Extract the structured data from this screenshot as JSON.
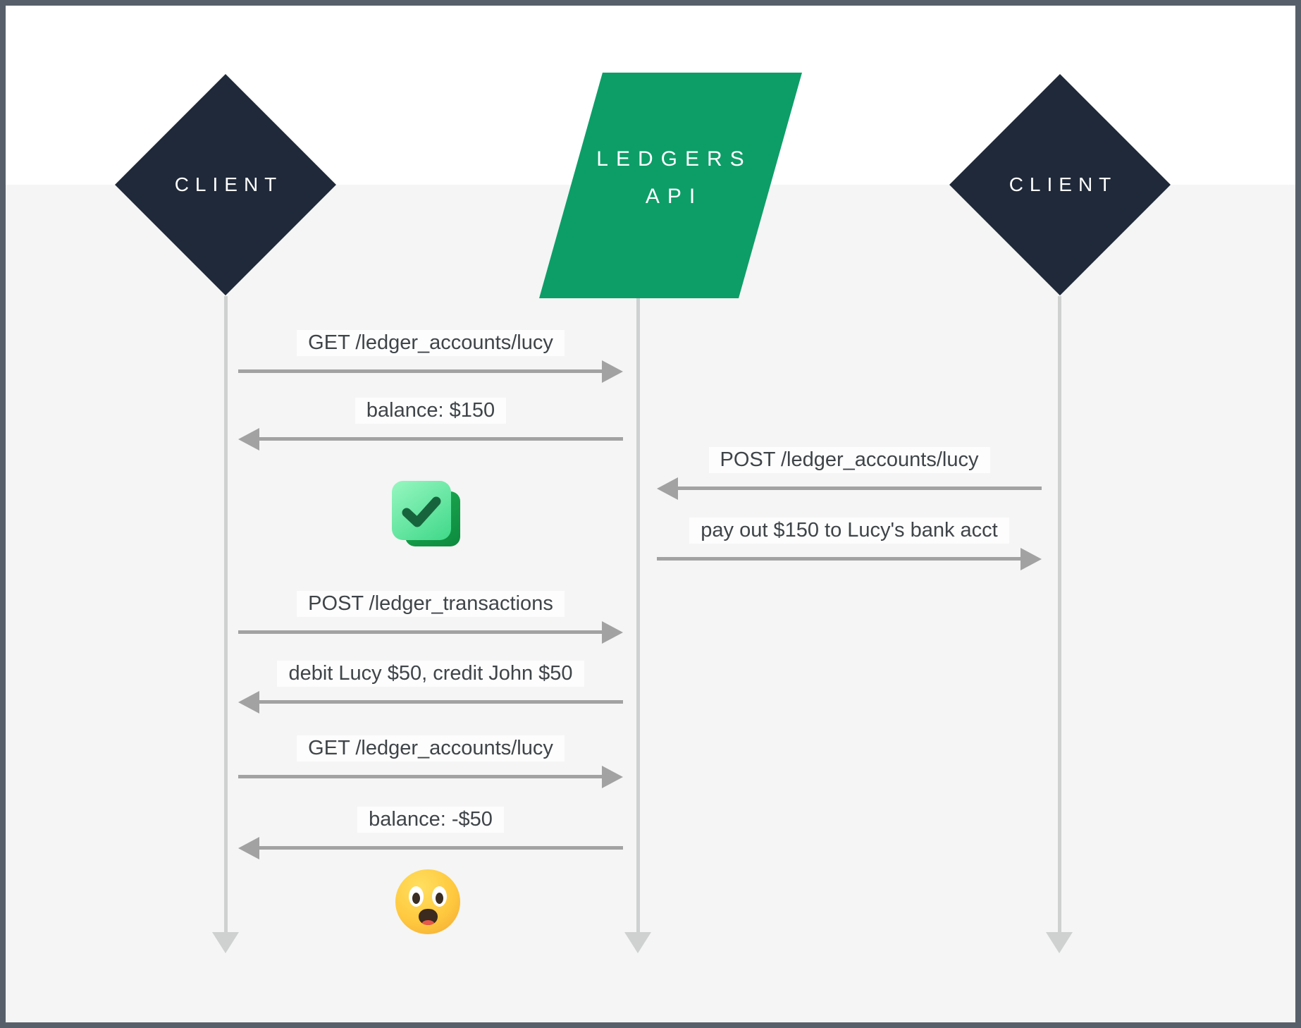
{
  "actors": {
    "client_left": {
      "label": "CLIENT",
      "shape": "diamond"
    },
    "ledgers_api": {
      "label_line1": "LEDGERS",
      "label_line2": "API",
      "shape": "parallelogram"
    },
    "client_right": {
      "label": "CLIENT",
      "shape": "diamond"
    }
  },
  "messages": [
    {
      "text": "GET /ledger_accounts/lucy",
      "from": "client-left",
      "to": "ledgers-api",
      "direction": "right"
    },
    {
      "text": "balance: $150",
      "from": "ledgers-api",
      "to": "client-left",
      "direction": "left"
    },
    {
      "text": "POST /ledger_accounts/lucy",
      "from": "client-right",
      "to": "ledgers-api",
      "direction": "left"
    },
    {
      "text": "pay out $150 to Lucy's bank acct",
      "from": "ledgers-api",
      "to": "client-right",
      "direction": "right"
    },
    {
      "text": "POST /ledger_transactions",
      "from": "client-left",
      "to": "ledgers-api",
      "direction": "right"
    },
    {
      "text": "debit Lucy $50, credit John $50",
      "from": "ledgers-api",
      "to": "client-left",
      "direction": "left"
    },
    {
      "text": "GET /ledger_accounts/lucy",
      "from": "client-left",
      "to": "ledgers-api",
      "direction": "right"
    },
    {
      "text": "balance: -$50",
      "from": "ledgers-api",
      "to": "client-left",
      "direction": "left"
    }
  ],
  "emojis": [
    {
      "name": "check-mark-button"
    },
    {
      "name": "shocked-face"
    }
  ],
  "colors": {
    "navy": "#1f2939",
    "green": "#0d9e68",
    "arrow_gray": "#a2a2a2",
    "lifeline_gray": "#cfd1d1",
    "background_top": "#ffffff",
    "background_bottom": "#f4f5f4",
    "frame_border": "#57606a",
    "text": "#3f4449"
  }
}
